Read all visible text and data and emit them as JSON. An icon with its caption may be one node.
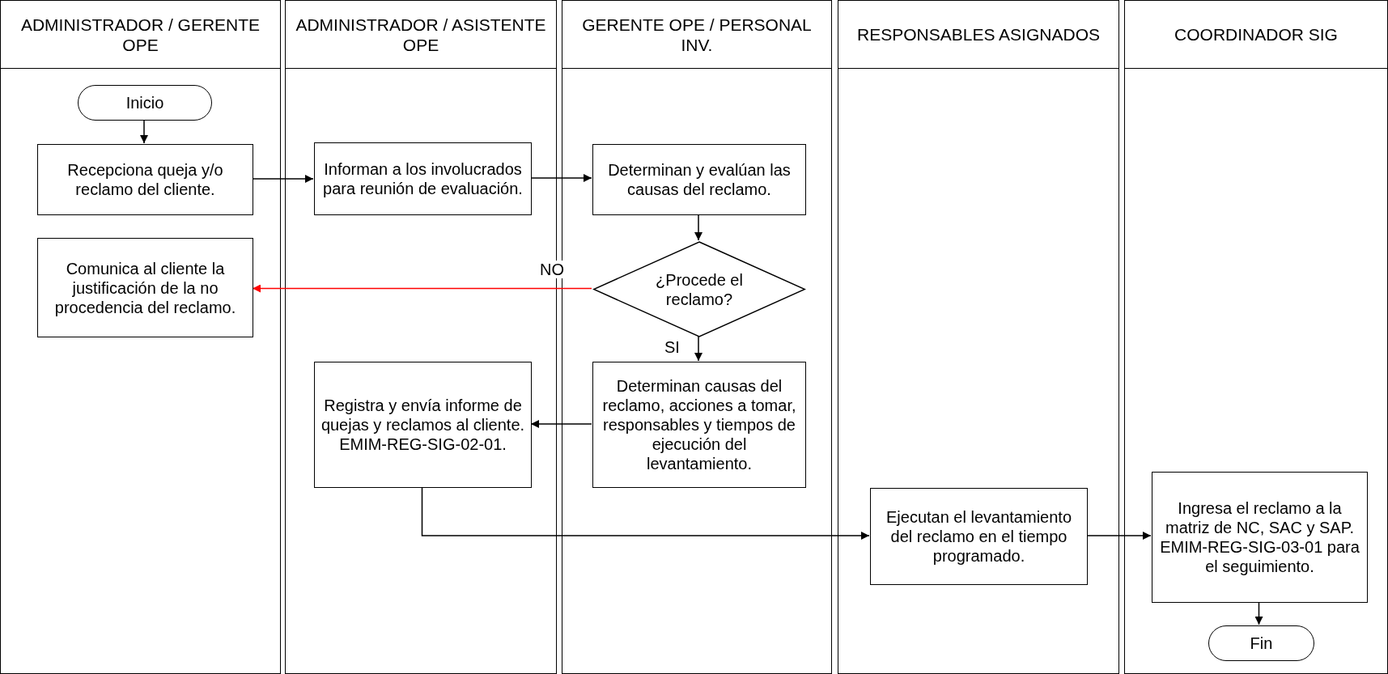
{
  "diagram": {
    "nodes": [
      {
        "text": [
          "ADMINISTRADOR / GERENTE OPE"
        ]
      },
      {
        "text": [
          "ADMINISTRADOR / ASISTENTE OPE"
        ]
      },
      {
        "text": [
          "GERENTE OPE / PERSONAL INV."
        ]
      },
      {
        "text": [
          "RESPONSABLES ASIGNADOS"
        ]
      },
      {
        "text": [
          "COORDINADOR SIG"
        ]
      },
      {
        "text": [
          "Inicio"
        ],
        "in": 0
      },
      {
        "text": [
          "Recepciona queja y/o reclamo del cliente."
        ],
        "in": 0
      },
      {
        "text": [
          "Informan a los involucrados para reunión de evaluación."
        ],
        "in": 1
      },
      {
        "text": [
          "Determinan y evalúan las causas del reclamo."
        ],
        "in": 2
      },
      {
        "text": [
          "Comunica al cliente la justificación de la no procedencia del reclamo."
        ],
        "in": 0
      },
      {
        "text": [
          "¿Procede el reclamo?"
        ],
        "in": 2
      },
      {
        "text": [
          "Registra y envía informe de quejas y reclamos al cliente. EMIM-REG-SIG-02-01."
        ],
        "in": 1
      },
      {
        "text": [
          "Determinan causas del reclamo, acciones a tomar, responsables y tiempos de ejecución del levantamiento."
        ],
        "in": 2
      },
      {
        "text": [
          "Ejecutan el levantamiento del reclamo en el tiempo programado."
        ],
        "in": 3
      },
      {
        "text": [
          "Ingresa el reclamo a la matriz de NC, SAC y SAP. EMIM-REG-SIG-03-01 para el seguimiento."
        ],
        "in": 4
      },
      {
        "text": [
          "Fin"
        ],
        "in": 4
      }
    ],
    "edges": [
      {
        "from": 5,
        "to": 6,
        "arrow": "to"
      },
      {
        "from": 6,
        "to": 7,
        "arrow": "to"
      },
      {
        "from": 7,
        "to": 8,
        "arrow": "to"
      },
      {
        "from": 8,
        "to": 10,
        "arrow": "to"
      },
      {
        "from": 10,
        "to": 9,
        "arrow": "to",
        "label": "NO",
        "color": "#ff0000"
      },
      {
        "from": 10,
        "to": 12,
        "arrow": "to",
        "label": "SI"
      },
      {
        "from": 12,
        "to": 11,
        "arrow": "to"
      },
      {
        "from": 11,
        "to": 13,
        "arrow": "to"
      },
      {
        "from": 13,
        "to": 14,
        "arrow": "to"
      },
      {
        "from": 14,
        "to": 15,
        "arrow": "to"
      }
    ]
  }
}
